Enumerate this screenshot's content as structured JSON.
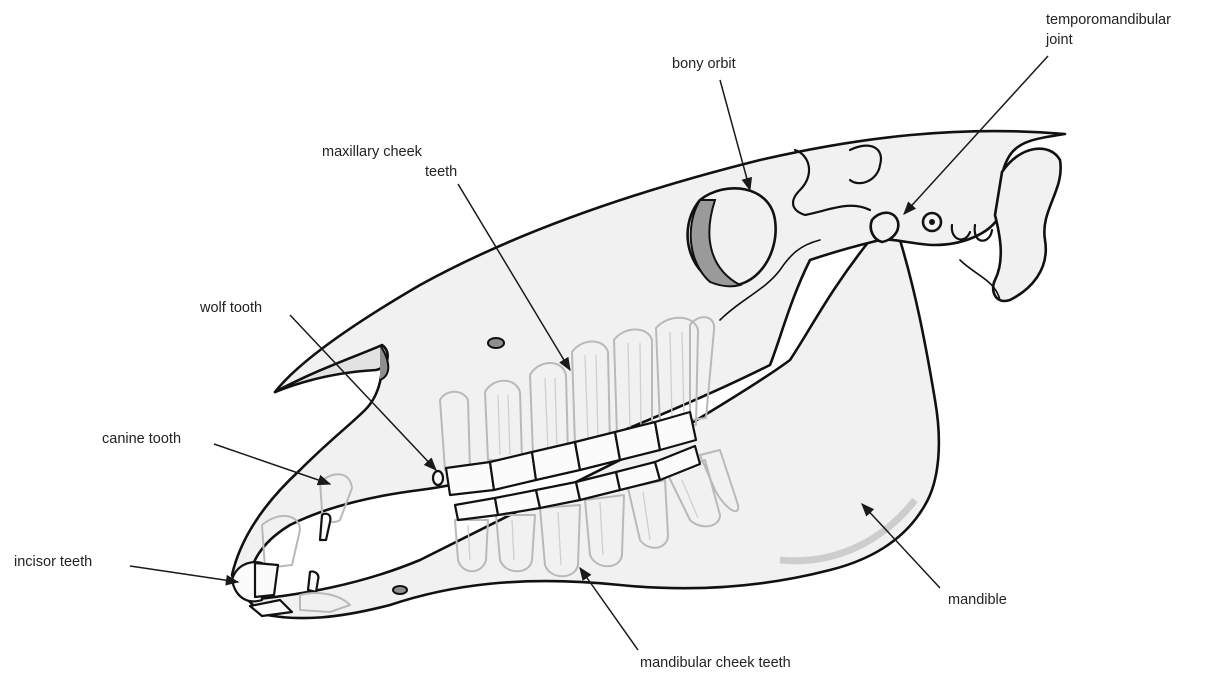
{
  "labels": {
    "temporomandibular_joint_line1": "temporomandibular",
    "temporomandibular_joint_line2": "joint",
    "bony_orbit": "bony orbit",
    "maxillary_cheek_teeth_line1": "maxillary cheek",
    "maxillary_cheek_teeth_line2": "teeth",
    "wolf_tooth": "wolf tooth",
    "canine_tooth": "canine tooth",
    "incisor_teeth": "incisor teeth",
    "mandible": "mandible",
    "mandibular_cheek_teeth": "mandibular cheek teeth"
  },
  "colors": {
    "bone_fill": "#f1f1f1",
    "shadow_fill": "#8f8f8f",
    "outline": "#111111",
    "text": "#222222"
  }
}
